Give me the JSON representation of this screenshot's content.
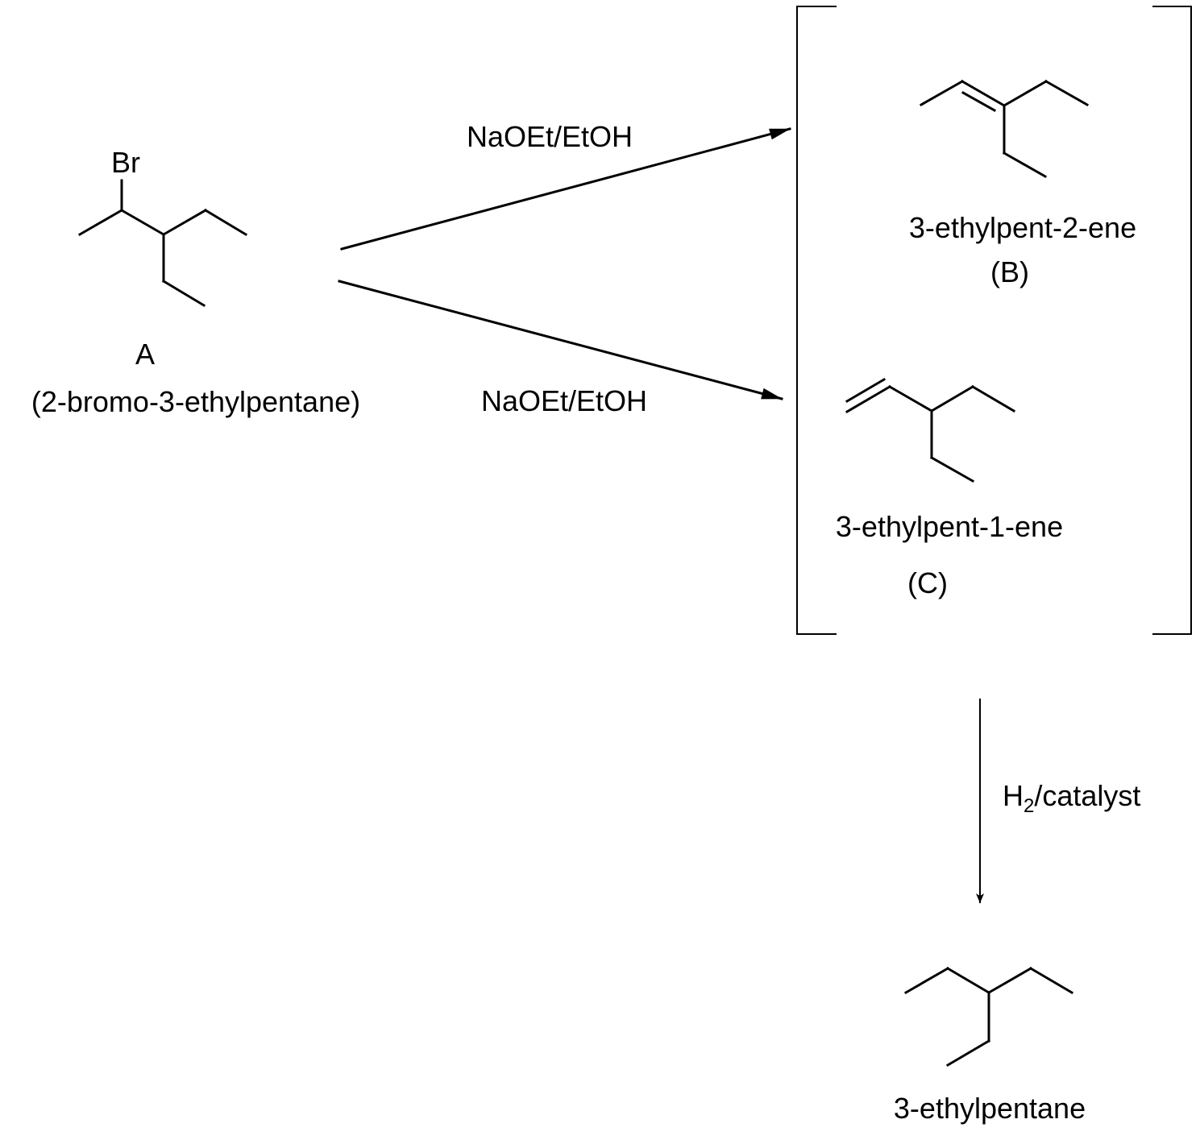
{
  "compound_a": {
    "atom_label": "Br",
    "letter": "A",
    "name": "(2-bromo-3-ethylpentane)"
  },
  "reagent_top": "NaOEt/EtOH",
  "reagent_bottom": "NaOEt/EtOH",
  "compound_b": {
    "name": "3-ethylpent-2-ene",
    "letter": "(B)"
  },
  "compound_c": {
    "name": "3-ethylpent-1-ene",
    "letter": "(C)"
  },
  "hydrogenation": {
    "reagent_main": "H",
    "reagent_sub": "2",
    "reagent_rest": "/catalyst"
  },
  "product": {
    "name": "3-ethylpentane"
  }
}
